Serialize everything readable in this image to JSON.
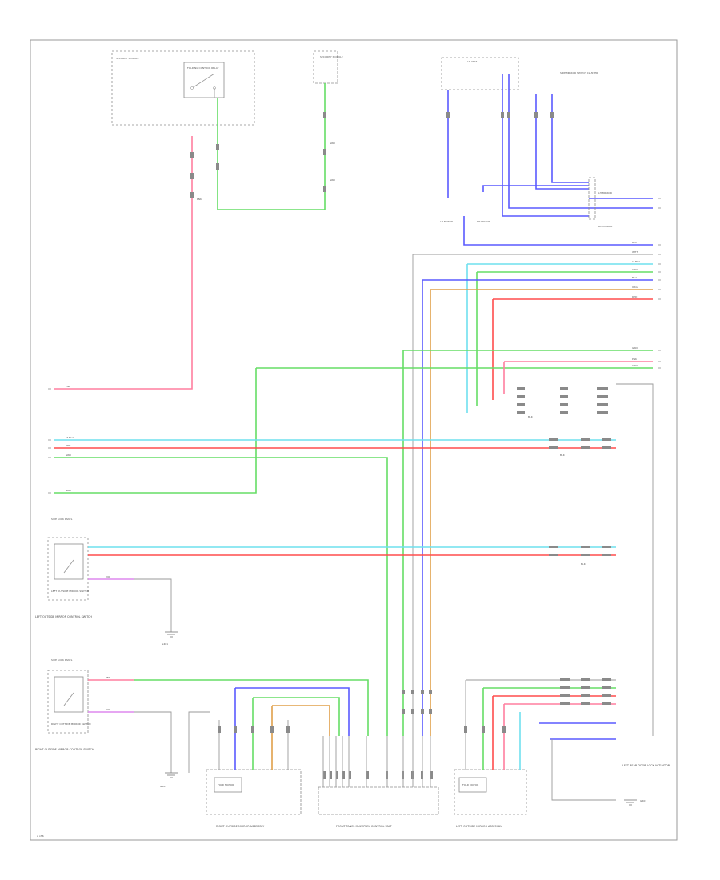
{
  "page": {
    "page_label": "2 of 6"
  },
  "colors": {
    "pink": "#ff7f9f",
    "red": "#ff4d4d",
    "green": "#66dd66",
    "cyan": "#6fe0ee",
    "blue": "#5a5aff",
    "orange": "#e0a04a",
    "violet": "#dd88ee",
    "gray": "#9a9a9a"
  },
  "components": {
    "security_module": "SECURITY MODULE",
    "lock_relay": "FOLDING CONTROL RELAY",
    "security_module_2": "SECURITY MODULE",
    "lock_unit": "LH UNIT",
    "side_mirror_cluster": "SIDE MIRROR SWITCH CLUSTER",
    "lh_mirror_unit": "LH MIRROR",
    "rh_mirror_unit": "RH MIRROR",
    "mirror_motor_lh": "LH MOTOR",
    "mirror_motor_rh": "RH MOTOR",
    "left_switch_title": "SIDE LOCK PANEL",
    "left_switch_sub": "LEFT OUTSIDE MIRROR SWITCH",
    "left_switch_caption": "LEFT OUTSIDE MIRROR CONTROL SWITCH",
    "right_switch_title": "SIDE LOCK PANEL",
    "right_switch_sub": "RIGHT OUTSIDE MIRROR SWITCH",
    "right_switch_caption": "RIGHT OUTSIDE MIRROR CONTROL SWITCH",
    "right_mirror_caption": "RIGHT OUTSIDE MIRROR ASSEMBLY",
    "front_panel_caption": "FRONT PANEL MULTIPLEX CONTROL UNIT",
    "left_mirror_caption": "LEFT OUTSIDE MIRROR ASSEMBLY",
    "door_lock_caption": "LEFT REAR DOOR LOCK ACTUATOR",
    "fold_motor_r": "FOLD MOTOR",
    "fold_motor_l": "FOLD MOTOR",
    "ground_g1": "G401",
    "ground_g2": "G501",
    "ground_g3": "G601"
  },
  "wires": {
    "pnk": "PNK",
    "grn": "GRN",
    "red": "RED",
    "ltblu": "LT BLU",
    "blu": "BLU",
    "org": "ORG",
    "vio": "VIO",
    "wht": "WHT",
    "blk": "BLK"
  }
}
